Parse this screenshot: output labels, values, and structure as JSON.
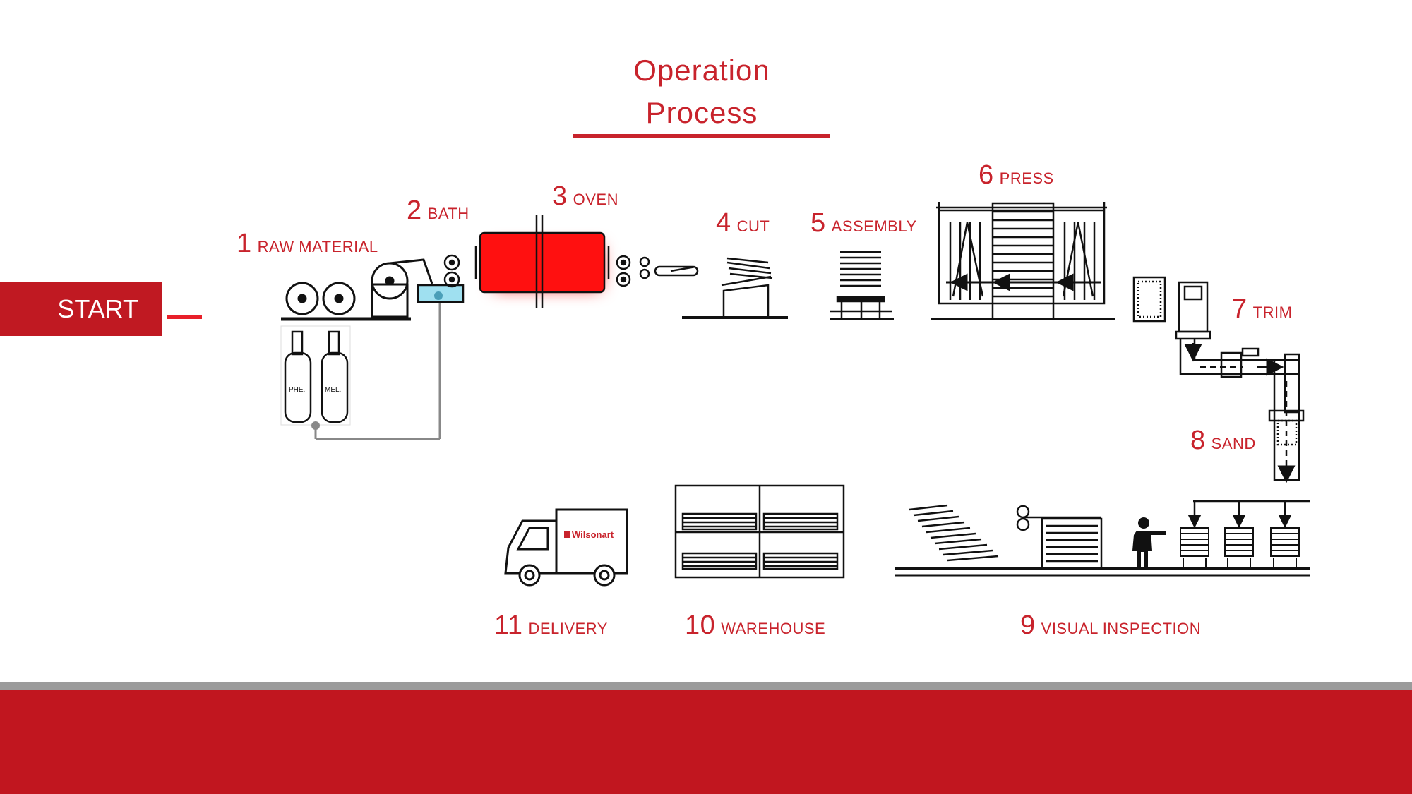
{
  "title": "Operation Process",
  "start_label": "START",
  "steps": [
    {
      "num": "1",
      "label": "RAW MATERIAL"
    },
    {
      "num": "2",
      "label": "BATH"
    },
    {
      "num": "3",
      "label": "OVEN"
    },
    {
      "num": "4",
      "label": "CUT"
    },
    {
      "num": "5",
      "label": "ASSEMBLY"
    },
    {
      "num": "6",
      "label": "PRESS"
    },
    {
      "num": "7",
      "label": "TRIM"
    },
    {
      "num": "8",
      "label": "SAND"
    },
    {
      "num": "9",
      "label": "VISUAL INSPECTION"
    },
    {
      "num": "10",
      "label": "WAREHOUSE"
    },
    {
      "num": "11",
      "label": "DELIVERY"
    }
  ],
  "tanks": {
    "left": "PHE.",
    "right": "MEL."
  },
  "truck_brand": "Wilsonart",
  "colors": {
    "accent": "#c8232c",
    "footer": "#c1161f",
    "footer_band": "#9b9b9b",
    "oven": "#ff0000",
    "bath": "#9fe0f0"
  }
}
